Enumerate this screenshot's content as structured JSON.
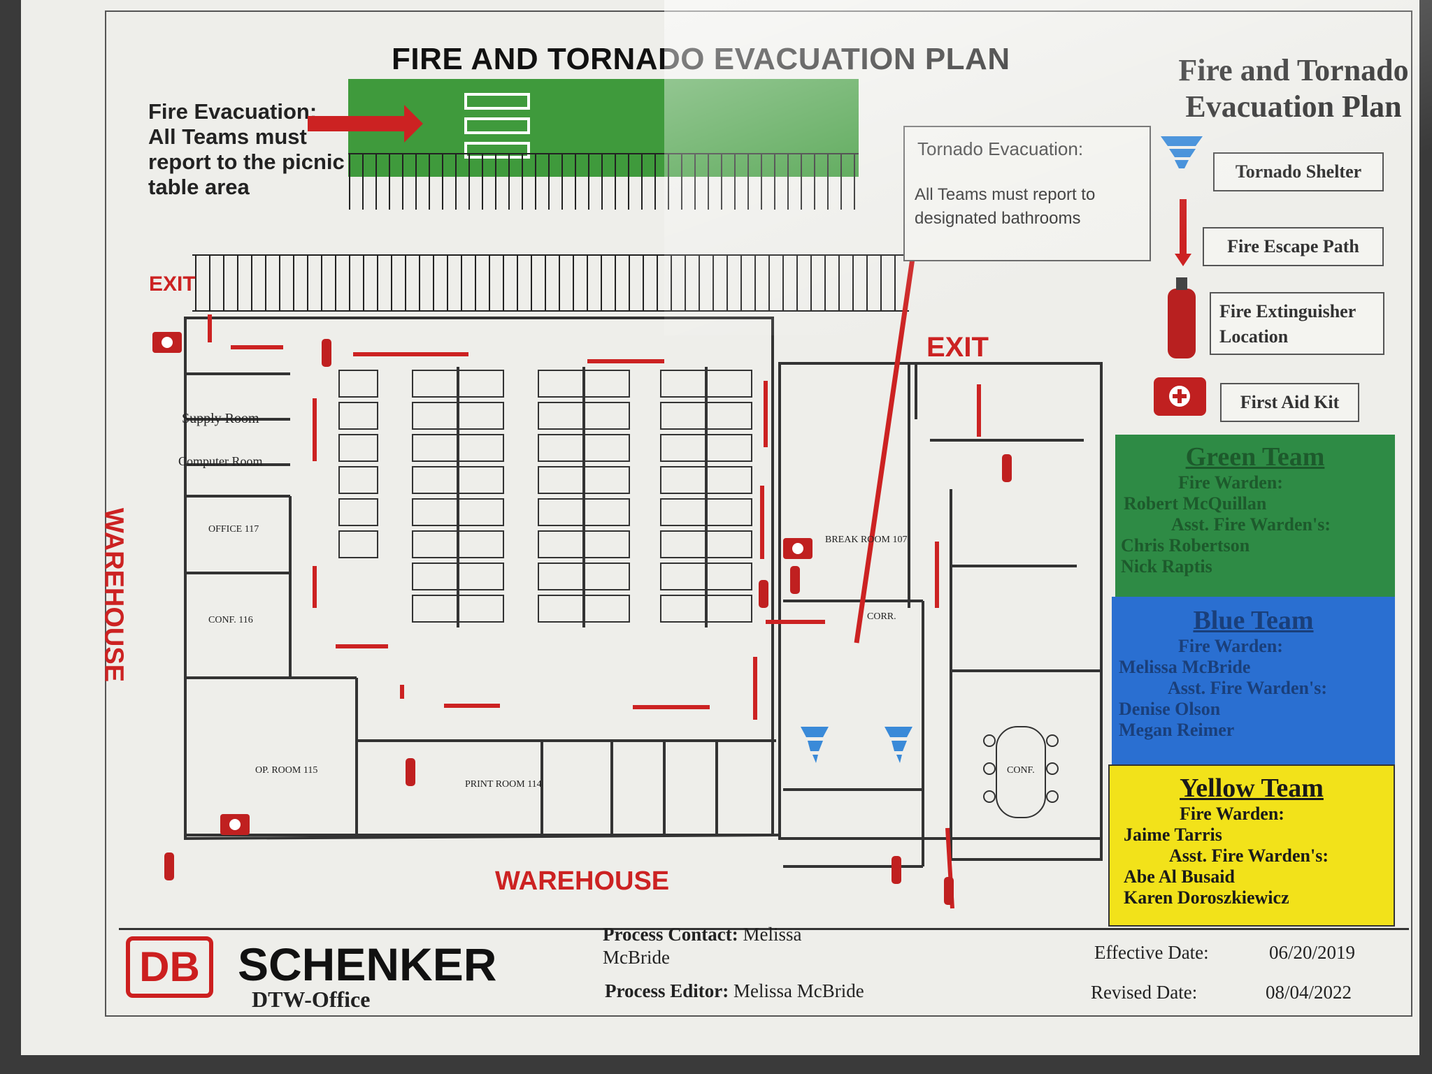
{
  "title": "FIRE AND TORNADO EVACUATION PLAN",
  "fire_note": {
    "line1": "Fire Evacuation:",
    "line2": "All Teams must",
    "line3": "report to the picnic",
    "line4": "table area"
  },
  "tornado_note": {
    "title": "Tornado Evacuation:",
    "text": "All Teams must report to designated bathrooms"
  },
  "legend": {
    "title": "Fire and Tornado Evacuation Plan",
    "tornado_shelter": "Tornado Shelter",
    "fire_escape_path": "Fire Escape Path",
    "fire_extinguisher": "Fire Extinguisher Location",
    "first_aid_kit": "First Aid Kit"
  },
  "teams": {
    "green": {
      "name": "Green Team",
      "warden_label": "Fire Warden:",
      "warden": "Robert McQuillan",
      "asst_label": "Asst. Fire Warden's:",
      "asst1": "Chris Robertson",
      "asst2": "Nick Raptis",
      "color": "#2e8b45"
    },
    "blue": {
      "name": "Blue Team",
      "warden_label": "Fire Warden:",
      "warden": "Melissa McBride",
      "asst_label": "Asst. Fire Warden's:",
      "asst1": "Denise Olson",
      "asst2": "Megan Reimer",
      "color": "#2a6fd1"
    },
    "yellow": {
      "name": "Yellow Team",
      "warden_label": "Fire Warden:",
      "warden": "Jaime Tarris",
      "asst_label": "Asst. Fire Warden's:",
      "asst1": "Abe Al Busaid",
      "asst2": "Karen Doroszkiewicz",
      "color": "#f2e21a"
    }
  },
  "floorplan": {
    "exit_left": "EXIT",
    "exit_right": "EXIT",
    "warehouse_left": "WAREHOUSE",
    "warehouse_bottom": "WAREHOUSE",
    "rooms": {
      "supply": "Supply Room",
      "computer": "Computer Room",
      "office": "OFFICE 117",
      "conf_116": "CONF. 116",
      "op_room": "OP. ROOM 115",
      "print_room": "PRINT ROOM 114",
      "break_room": "BREAK ROOM 107",
      "corr": "CORR.",
      "conf": "CONF."
    }
  },
  "footer": {
    "logo": "DB",
    "company": "SCHENKER",
    "site": "DTW-Office",
    "process_contact_label": "Process Contact:",
    "process_contact_1": "Melissa",
    "process_contact_2": "McBride",
    "process_editor_label": "Process Editor:",
    "process_editor": "Melissa McBride",
    "effective_label": "Effective Date:",
    "effective_date": "06/20/2019",
    "revised_label": "Revised Date:",
    "revised_date": "08/04/2022"
  },
  "colors": {
    "path_red": "#cc2222",
    "picnic_green": "#3f9a3c",
    "paper": "#eeeeea"
  }
}
